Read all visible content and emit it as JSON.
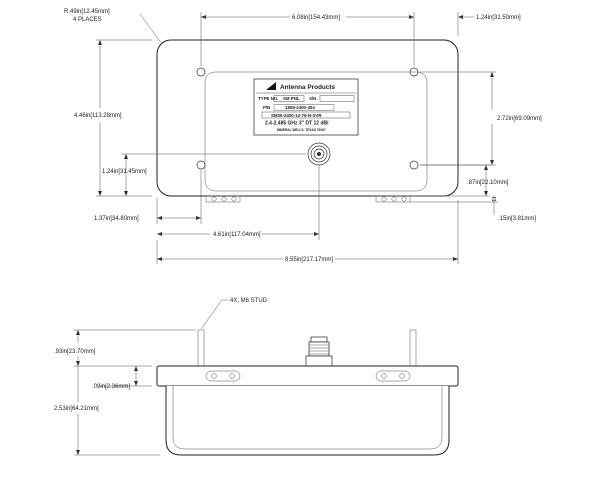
{
  "top_view": {
    "dims": {
      "corner_radius": "R.49in[12.45mm]",
      "corner_places": "4 PLACES",
      "hole_spacing_x": "6.08in[154.43mm]",
      "right_offset": "1.24in[31.50mm]",
      "overall_height": "4.46in[113.28mm]",
      "hole_spacing_y": "2.72in[69.09mm]",
      "connector_height": "1.24in[31.45mm]",
      "lower_hole_height": ".87in[22.10mm]",
      "left_offset": "1.37in[34.80mm]",
      "stud_offset": ".15in[3.81mm]",
      "connector_x": "4.61in[117.04mm]",
      "overall_width": "8.55in[217.17mm]"
    },
    "label": {
      "brand": "Antenna Products",
      "type_no_label": "TYPE NO.",
      "type_no_value": "SM PNL",
      "sn_label": "S/N",
      "pn_label": "P/N",
      "pn_value": "1808-2400-404",
      "model": "SM25-2400-12-75-N-SVR",
      "spec": "2.4-2.485 GHz 3\" DT 12 dBi",
      "address": "MINERAL WELLS, TEXAS 76067"
    }
  },
  "side_view": {
    "dims": {
      "stud_note": "4X, M6 STUD",
      "stud_height": ".93in[23.70mm]",
      "flange": ".09in[2.36mm]",
      "depth": "2.53in[64.21mm]"
    }
  }
}
